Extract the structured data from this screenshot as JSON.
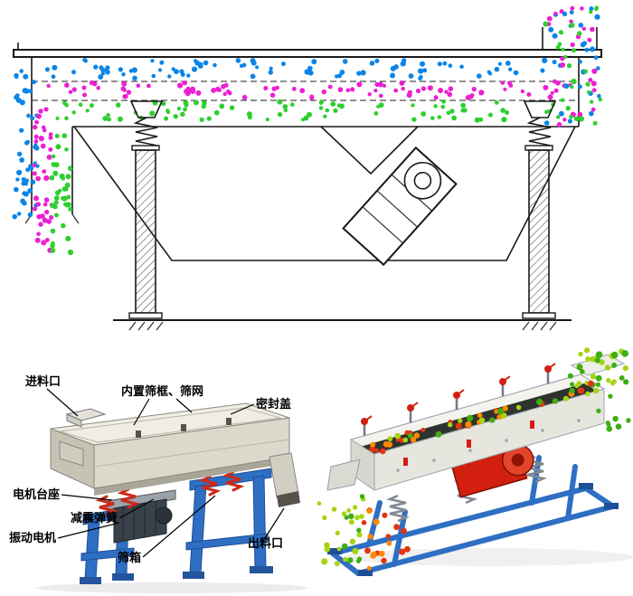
{
  "page": {
    "background": "#ffffff"
  },
  "colors": {
    "blue": "#0a85e8",
    "magenta": "#ec1fd2",
    "green": "#2ed02e",
    "lime": "#a6d414",
    "green2": "#3fae12",
    "red": "#e23512",
    "orange": "#ff8a00",
    "line": "#1a1a1a",
    "frame_blue": "#2e6fc4",
    "frame_blue_dark": "#1d4f96",
    "spring_red": "#cc2a1a",
    "motor_red": "#d21f10",
    "body_light": "#efede4",
    "body_mid": "#dcd9cc",
    "body_dark": "#c6c3b5"
  },
  "labels": {
    "feed_inlet": "进料口",
    "screen_frame": "内置筛框、筛网",
    "seal_cover": "密封盖",
    "motor_base": "电机台座",
    "damping_spring": "减震弹簧",
    "vibration_motor": "振动电机",
    "screen_box": "筛箱",
    "discharge_outlet": "出料口"
  },
  "particle_streams": [
    {
      "layer": "schematic",
      "region": "deck-blue",
      "color": "blue",
      "count": 85,
      "r": 2.6
    },
    {
      "layer": "schematic",
      "region": "deck-magenta",
      "color": "magenta",
      "count": 85,
      "r": 2.6
    },
    {
      "layer": "schematic",
      "region": "deck-green",
      "color": "green",
      "count": 85,
      "r": 2.6
    },
    {
      "layer": "schematic",
      "region": "left-blue",
      "color": "blue",
      "count": 45,
      "r": 2.6
    },
    {
      "layer": "schematic",
      "region": "left-magenta",
      "color": "magenta",
      "count": 40,
      "r": 2.6
    },
    {
      "layer": "schematic",
      "region": "left-green",
      "color": "green",
      "count": 38,
      "r": 2.6
    },
    {
      "layer": "schematic",
      "region": "right-mixed",
      "color": "blue",
      "count": 26,
      "r": 2.6
    },
    {
      "layer": "schematic",
      "region": "right-mixed",
      "color": "magenta",
      "count": 26,
      "r": 2.6
    },
    {
      "layer": "schematic",
      "region": "right-mixed",
      "color": "green",
      "count": 26,
      "r": 2.6
    },
    {
      "layer": "render",
      "region": "inlet-green",
      "color": "lime",
      "count": 16,
      "r": 3.2
    },
    {
      "layer": "render",
      "region": "inlet-green",
      "color": "green2",
      "count": 14,
      "r": 3.2
    },
    {
      "layer": "render",
      "region": "band",
      "color": "red",
      "count": 18,
      "r": 3.0
    },
    {
      "layer": "render",
      "region": "band",
      "color": "orange",
      "count": 12,
      "r": 3.0
    },
    {
      "layer": "render",
      "region": "band",
      "color": "lime",
      "count": 12,
      "r": 3.0
    },
    {
      "layer": "render",
      "region": "band",
      "color": "green2",
      "count": 8,
      "r": 3.0
    },
    {
      "layer": "render",
      "region": "discharge-lime",
      "color": "lime",
      "count": 20,
      "r": 3.0
    },
    {
      "layer": "render",
      "region": "discharge-lime",
      "color": "green2",
      "count": 8,
      "r": 3.0
    },
    {
      "layer": "render",
      "region": "falling-red",
      "color": "red",
      "count": 12,
      "r": 3.0
    },
    {
      "layer": "render",
      "region": "falling-red",
      "color": "orange",
      "count": 8,
      "r": 3.0
    },
    {
      "layer": "render",
      "region": "right-green-fall",
      "color": "green2",
      "count": 8,
      "r": 3.0
    }
  ]
}
